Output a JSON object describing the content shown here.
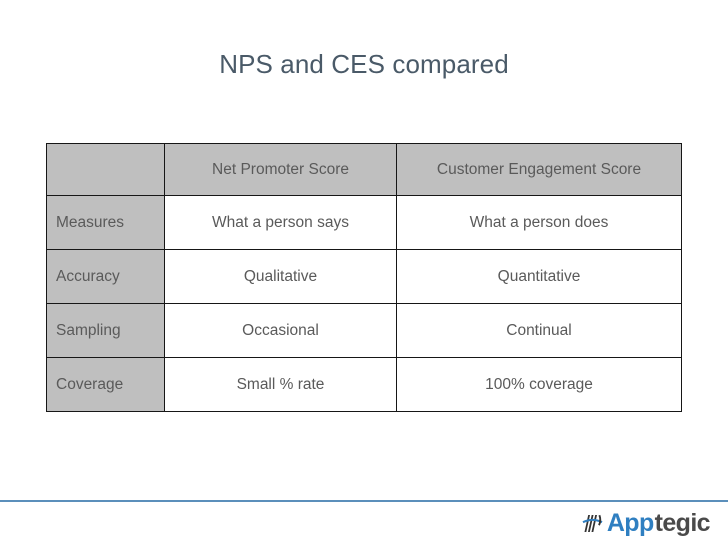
{
  "slide": {
    "title": "NPS and CES compared"
  },
  "table": {
    "corner_label": "",
    "columns": [
      "",
      "Net Promoter Score",
      "Customer Engagement Score"
    ],
    "rows": [
      {
        "label": "Measures",
        "nps": "What a person says",
        "ces": "What a person does"
      },
      {
        "label": "Accuracy",
        "nps": "Qualitative",
        "ces": "Quantitative"
      },
      {
        "label": "Sampling",
        "nps": "Occasional",
        "ces": "Continual"
      },
      {
        "label": "Coverage",
        "nps": "Small % rate",
        "ces": "100% coverage"
      }
    ]
  },
  "footer": {
    "logo": {
      "mark_icon": "apptegic-stripes-icon",
      "word_primary": "App",
      "word_secondary": "tegic"
    }
  },
  "colors": {
    "title_text": "#4a5a68",
    "header_fill": "#bfbfbf",
    "label_fill": "#bfbfbf",
    "cell_text": "#5a5a5a",
    "table_border": "#161616",
    "rule_blue": "#5b8fbb",
    "logo_blue": "#2f7fc1",
    "logo_gray": "#4a4a4a",
    "page_background": "#ffffff"
  }
}
